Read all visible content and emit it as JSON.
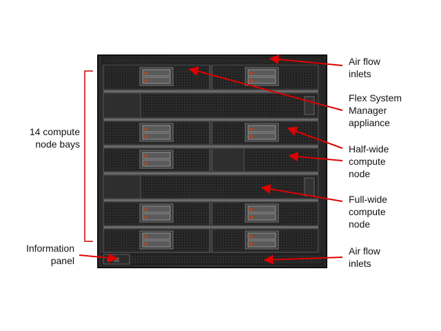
{
  "diagram": {
    "labels": {
      "air_flow_top": "Air flow\ninlets",
      "fsm_appliance": "Flex System\nManager\nappliance",
      "half_wide": "Half-wide\ncompute\nnode",
      "full_wide": "Full-wide\ncompute\nnode",
      "air_flow_bottom": "Air flow\ninlets",
      "bays": "14 compute\nnode bays",
      "info_panel": "Information\npanel"
    },
    "colors": {
      "arrow": "#e00000",
      "chassis": "#1c1c1c",
      "bracket": "#cc0000"
    }
  }
}
